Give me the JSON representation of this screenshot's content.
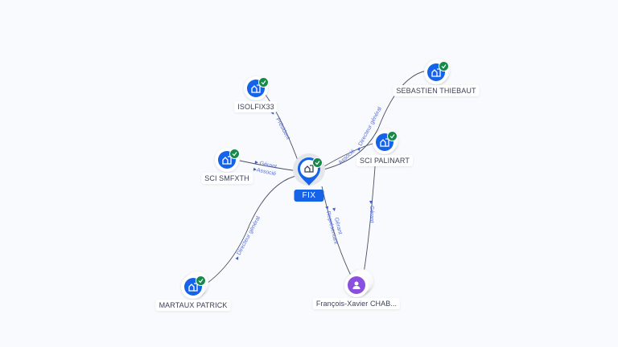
{
  "colors": {
    "company": "#1463e8",
    "person": "#8b4fe0",
    "verified": "#178a4a",
    "edge_label": "#5a6fd8"
  },
  "center": {
    "label": "FIX",
    "icon": "building-icon",
    "badge": "check-icon"
  },
  "nodes": [
    {
      "id": "isolfix33",
      "label": "ISOLFIX33",
      "type": "company",
      "icon": "building-icon",
      "verified": true
    },
    {
      "id": "scismfxth",
      "label": "SCI SMFXTH",
      "type": "company",
      "icon": "building-icon",
      "verified": true
    },
    {
      "id": "sebastien",
      "label": "SEBASTIEN THIEBAUT",
      "type": "company",
      "icon": "building-icon",
      "verified": true
    },
    {
      "id": "scipalinart",
      "label": "SCI PALINART",
      "type": "company",
      "icon": "building-icon",
      "verified": true
    },
    {
      "id": "martaux",
      "label": "MARTAUX PATRICK",
      "type": "company",
      "icon": "building-icon",
      "verified": true
    },
    {
      "id": "francois",
      "label": "François-Xavier CHAB...",
      "type": "person",
      "icon": "person-icon",
      "verified": false
    }
  ],
  "edges": [
    {
      "from": "isolfix33",
      "to": "center",
      "labels": [
        "Président"
      ]
    },
    {
      "from": "scismfxth",
      "to": "center",
      "labels": [
        "Gérant",
        "Associé"
      ]
    },
    {
      "from": "sebastien",
      "to": "center",
      "labels": [
        "Associé",
        "Directeur général"
      ]
    },
    {
      "from": "martaux",
      "to": "center",
      "labels": [
        "Directeur général"
      ]
    },
    {
      "from": "francois",
      "to": "center",
      "labels": [
        "Gérant",
        "Représentant"
      ]
    },
    {
      "from": "francois",
      "to": "scipalinart",
      "labels": [
        "Gérant"
      ]
    }
  ]
}
